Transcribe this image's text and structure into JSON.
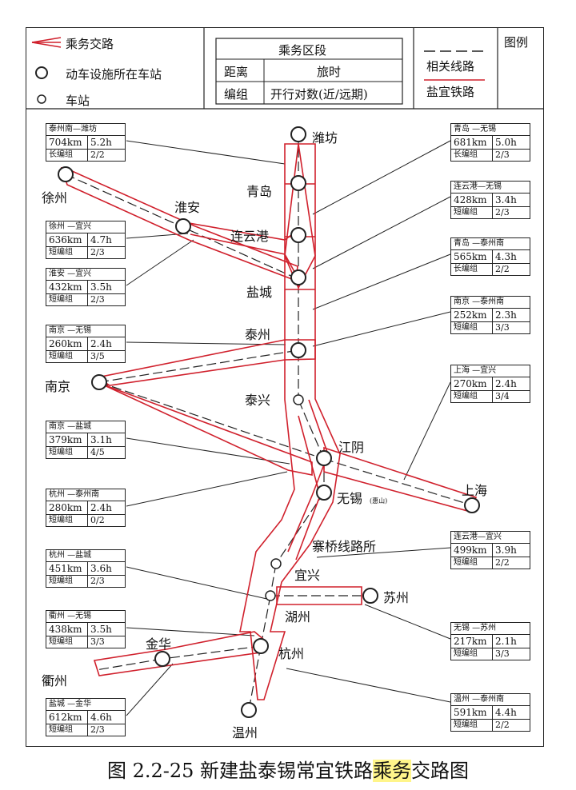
{
  "legend": {
    "crew_routing": "乘务交路",
    "emu_depot_station": "动车设施所在车站",
    "station": "车站",
    "section_header": "乘务区段",
    "distance": "距离",
    "travel_time": "旅时",
    "formation": "编组",
    "train_pairs": "开行对数(近/远期)",
    "related_lines": "相关线路",
    "yantai_railway": "盐宜铁路",
    "legend_label": "图例"
  },
  "stations": [
    {
      "id": "weifang",
      "name": "潍坊",
      "depot": true
    },
    {
      "id": "qingdao",
      "name": "青岛",
      "depot": true
    },
    {
      "id": "lianyungang",
      "name": "连云港",
      "depot": true
    },
    {
      "id": "yancheng",
      "name": "盐城",
      "depot": true
    },
    {
      "id": "taizhou",
      "name": "泰州",
      "depot": true
    },
    {
      "id": "taixing",
      "name": "泰兴",
      "depot": false
    },
    {
      "id": "jiangyin",
      "name": "江阴",
      "depot": true
    },
    {
      "id": "wuxi",
      "name": "无锡",
      "depot": true
    },
    {
      "id": "wuxi_note",
      "name": "(惠山)",
      "depot": false
    },
    {
      "id": "zhaiqiao",
      "name": "寨桥线路所",
      "depot": false
    },
    {
      "id": "yixing",
      "name": "宜兴",
      "depot": false
    },
    {
      "id": "huzhou",
      "name": "湖州",
      "depot": false
    },
    {
      "id": "suzhou",
      "name": "苏州",
      "depot": true
    },
    {
      "id": "hangzhou",
      "name": "杭州",
      "depot": true
    },
    {
      "id": "wenzhou",
      "name": "温州",
      "depot": true
    },
    {
      "id": "jinhua",
      "name": "金华",
      "depot": true
    },
    {
      "id": "quzhou",
      "name": "衢州",
      "depot": false
    },
    {
      "id": "nanjing",
      "name": "南京",
      "depot": true
    },
    {
      "id": "xuzhou",
      "name": "徐州",
      "depot": true
    },
    {
      "id": "huaian",
      "name": "淮安",
      "depot": true
    },
    {
      "id": "shanghai",
      "name": "上海",
      "depot": true
    }
  ],
  "routes": [
    {
      "id": "weifang-taizhou",
      "title": "泰州南—潍坊",
      "distance": "704km",
      "time": "5.2h",
      "formation": "长编组",
      "pairs": "2/2"
    },
    {
      "id": "xuzhou-yixing",
      "title": "徐州 —宜兴",
      "distance": "636km",
      "time": "4.7h",
      "formation": "短编组",
      "pairs": "2/3"
    },
    {
      "id": "huaian-yixing",
      "title": "淮安 —宜兴",
      "distance": "432km",
      "time": "3.5h",
      "formation": "短编组",
      "pairs": "2/3"
    },
    {
      "id": "nanjing-wuxi",
      "title": "南京 —无锡",
      "distance": "260km",
      "time": "2.4h",
      "formation": "短编组",
      "pairs": "3/5"
    },
    {
      "id": "nanjing-yancheng",
      "title": "南京 —盐城",
      "distance": "379km",
      "time": "3.1h",
      "formation": "短编组",
      "pairs": "4/5"
    },
    {
      "id": "hangzhou-taizhou",
      "title": "杭州 —泰州南",
      "distance": "280km",
      "time": "2.4h",
      "formation": "短编组",
      "pairs": "0/2"
    },
    {
      "id": "hangzhou-yancheng",
      "title": "杭州 —盐城",
      "distance": "451km",
      "time": "3.6h",
      "formation": "短编组",
      "pairs": "2/3"
    },
    {
      "id": "quzhou-wuxi",
      "title": "衢州 —无锡",
      "distance": "438km",
      "time": "3.5h",
      "formation": "短编组",
      "pairs": "3/3"
    },
    {
      "id": "yancheng-jinhua",
      "title": "盐城 —金华",
      "distance": "612km",
      "time": "4.6h",
      "formation": "短编组",
      "pairs": "2/3"
    },
    {
      "id": "qingdao-wuxi",
      "title": "青岛 —无锡",
      "distance": "681km",
      "time": "5.0h",
      "formation": "长编组",
      "pairs": "2/3"
    },
    {
      "id": "lianyungang-wuxi",
      "title": "连云港—无锡",
      "distance": "428km",
      "time": "3.4h",
      "formation": "短编组",
      "pairs": "2/3"
    },
    {
      "id": "qingdao-taizhou",
      "title": "青岛 —泰州南",
      "distance": "565km",
      "time": "4.3h",
      "formation": "长编组",
      "pairs": "2/2"
    },
    {
      "id": "nanjing-taizhou",
      "title": "南京 —泰州南",
      "distance": "252km",
      "time": "2.3h",
      "formation": "短编组",
      "pairs": "3/3"
    },
    {
      "id": "shanghai-yixing",
      "title": "上海 —宜兴",
      "distance": "270km",
      "time": "2.4h",
      "formation": "短编组",
      "pairs": "3/4"
    },
    {
      "id": "lianyungang-yixing",
      "title": "连云港—宜兴",
      "distance": "499km",
      "time": "3.9h",
      "formation": "短编组",
      "pairs": "2/2"
    },
    {
      "id": "wuxi-suzhou",
      "title": "无锡 —苏州",
      "distance": "217km",
      "time": "2.1h",
      "formation": "短编组",
      "pairs": "3/3"
    },
    {
      "id": "wenzhou-taizhou",
      "title": "温州 —泰州南",
      "distance": "591km",
      "time": "4.4h",
      "formation": "短编组",
      "pairs": "2/2"
    }
  ],
  "caption": {
    "prefix": "图 2.2-25 新建盐泰锡常宜铁路",
    "highlight": "乘务",
    "suffix": "交路图"
  },
  "colors": {
    "route": "#d0202c",
    "line": "#222222",
    "highlight": "#fff58a"
  }
}
